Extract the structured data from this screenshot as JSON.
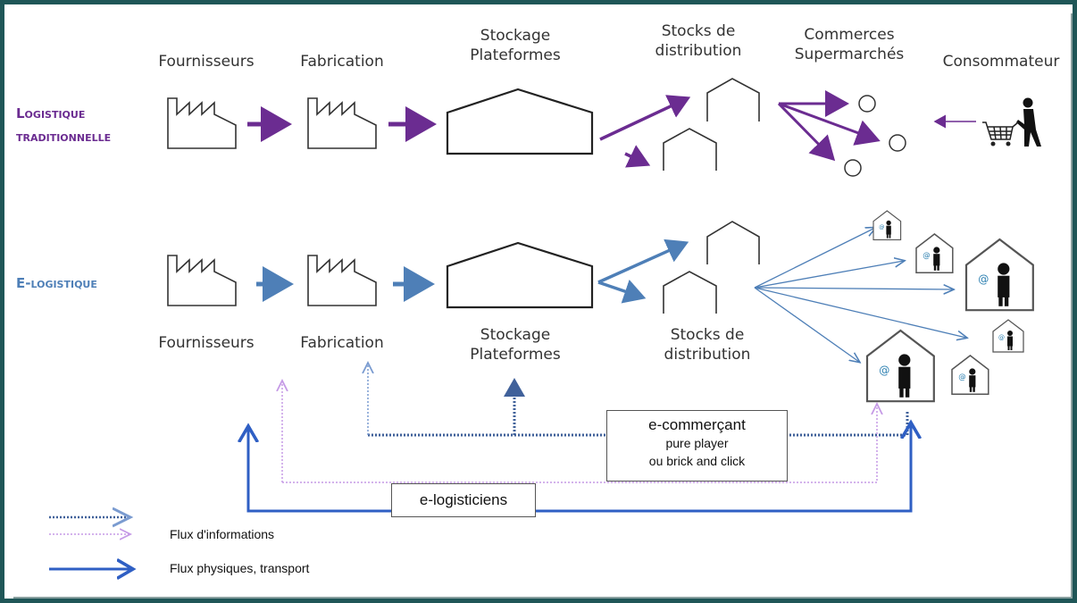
{
  "top_row": {
    "title": "Logistique traditionnelle",
    "title_line1": "Logistique",
    "title_line2": "traditionnelle",
    "color": "#6b2c91",
    "stages": {
      "fournisseurs": "Fournisseurs",
      "fabrication": "Fabrication",
      "stockage": "Stockage Plateformes",
      "stocks": "Stocks de distribution",
      "commerces": "Commerces Supermarchés",
      "consommateur": "Consommateur"
    }
  },
  "bottom_row": {
    "title": "E-logistique",
    "color": "#4e7fb7",
    "stages": {
      "fournisseurs": "Fournisseurs",
      "fabrication": "Fabrication",
      "stockage": "Stockage Plateformes",
      "stocks": "Stocks de distribution"
    },
    "home_icon_symbol": "@"
  },
  "boxes": {
    "ecommercant_line1": "e-commerçant",
    "ecommercant_line2": "pure player",
    "ecommercant_line3": "ou brick and click",
    "elogisticiens": "e-logisticiens"
  },
  "legend": {
    "info": "Flux d'informations",
    "physical": "Flux physiques, transport"
  },
  "colors": {
    "purple": "#6b2c91",
    "blue_light": "#4e7fb7",
    "blue_strong": "#2f5fc4",
    "info_dark": "#40619a",
    "info_pink": "#c59ae6",
    "frame": "#1f5657"
  }
}
